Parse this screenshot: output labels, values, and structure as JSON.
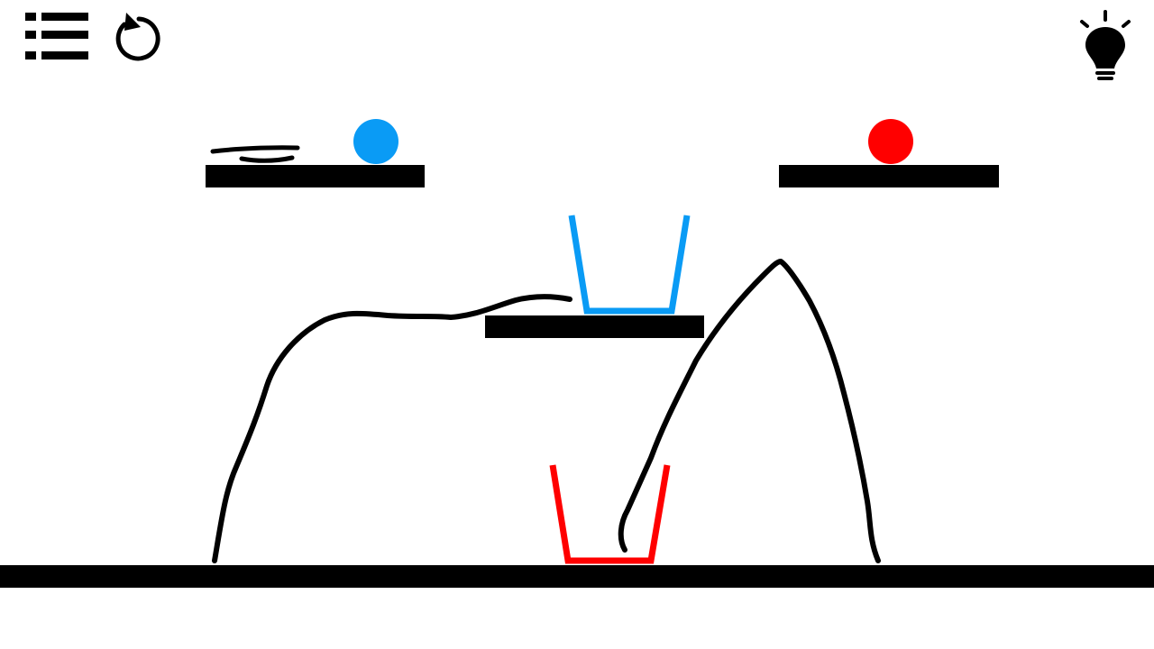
{
  "toolbar": {
    "menu_icon": "list-menu-icon",
    "restart_icon": "restart-icon",
    "hint_icon": "lightbulb-hint-icon"
  },
  "colors": {
    "blue": "#0A9BF5",
    "red": "#FF0000",
    "ink": "#000000",
    "background": "#FFFFFF"
  },
  "scene": {
    "balls": [
      "blue",
      "red"
    ],
    "cups": [
      "blue",
      "red"
    ],
    "platforms": 4,
    "drawn_lines": 3
  }
}
